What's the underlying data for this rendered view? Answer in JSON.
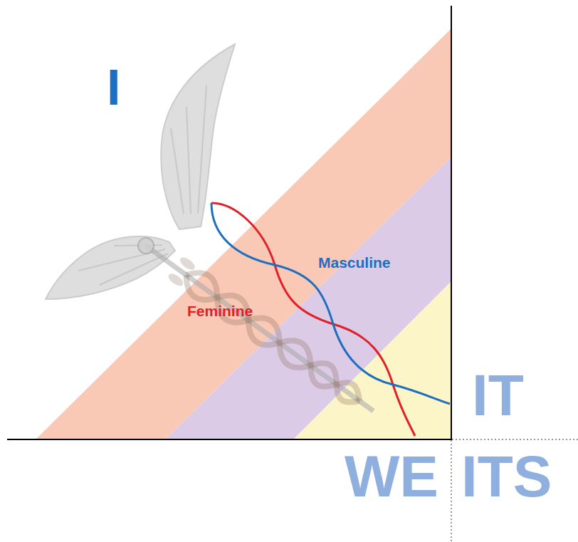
{
  "diagram": {
    "labels": [
      "I",
      "Masculine",
      "Feminine",
      "IT",
      "WE",
      "ITS"
    ]
  }
}
